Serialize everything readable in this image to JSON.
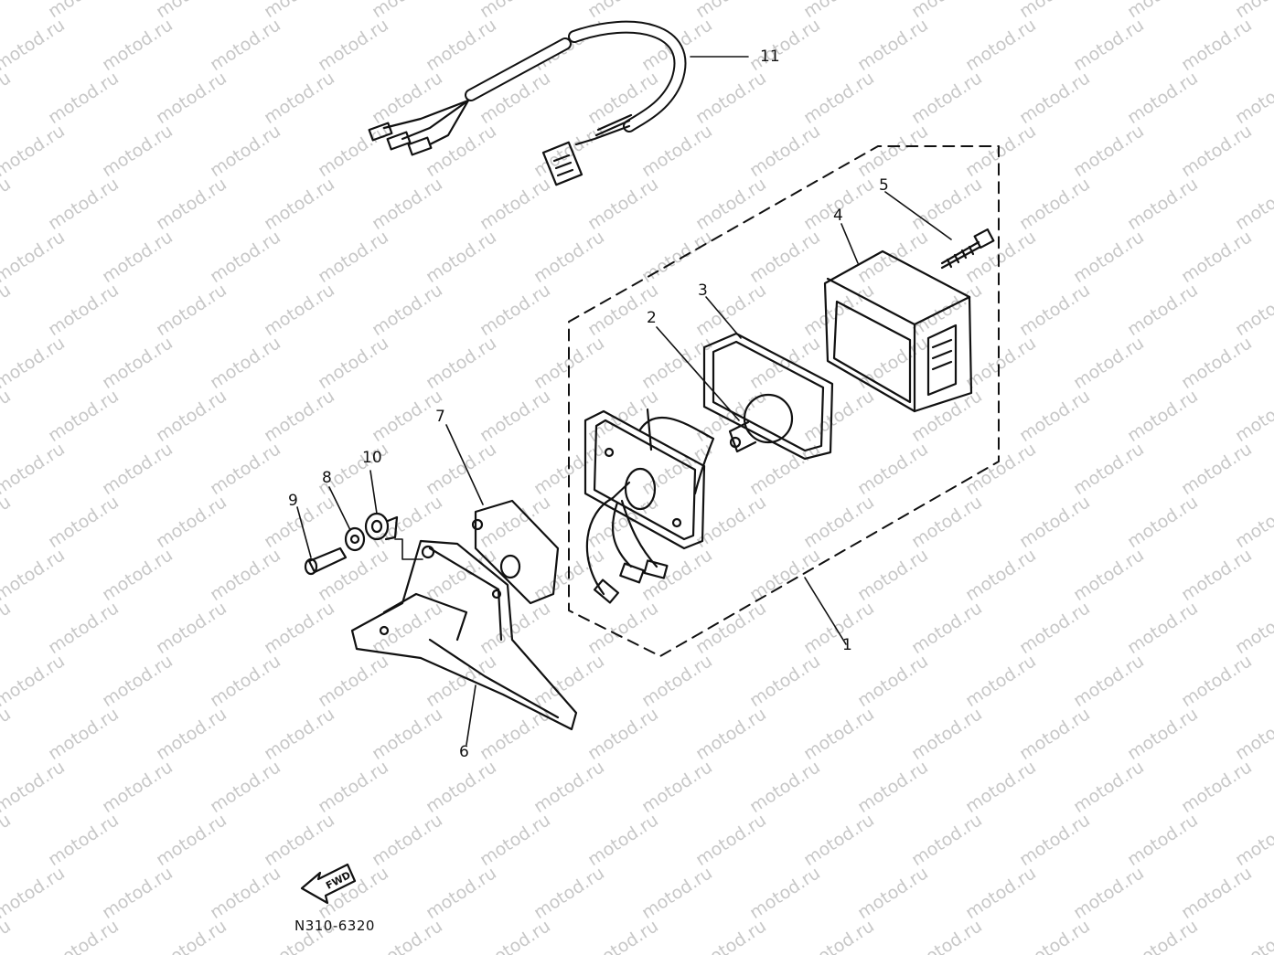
{
  "watermark": {
    "text": "motod.ru",
    "color": "#9a9a9a"
  },
  "fwd_marker": {
    "text": "FWD"
  },
  "drawing_code": "N310-6320",
  "labels": {
    "p1": "1",
    "p2": "2",
    "p3": "3",
    "p4": "4",
    "p5": "5",
    "p6": "6",
    "p7": "7",
    "p8": "8",
    "p9": "9",
    "p10": "10",
    "p11": "11"
  },
  "ink_color": "#111111"
}
